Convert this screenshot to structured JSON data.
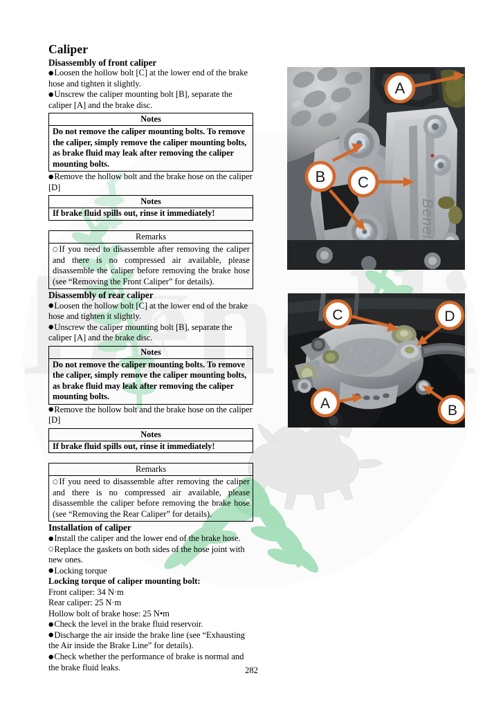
{
  "document": {
    "title": "Caliper",
    "page_number": "282"
  },
  "sections": {
    "front": {
      "heading": "Disassembly of front caliper",
      "steps": [
        "Loosen the hollow bolt [C] at the lower end of the brake hose and tighten it slightly.",
        "Unscrew the caliper mounting bolt [B], separate the caliper [A] and the brake disc."
      ],
      "step_after": "Remove the hollow bolt and the brake hose on the caliper [D]",
      "notes_1": {
        "header": "Notes",
        "body": "Do not remove the caliper mounting bolts. To remove the caliper, simply remove the caliper mounting bolts, as brake fluid may leak after removing the caliper mounting bolts."
      },
      "notes_2": {
        "header": "Notes",
        "body": "If brake fluid spills out, rinse it immediately!"
      },
      "remarks": {
        "header": "Remarks",
        "body": "If you need to disassemble after removing the caliper and there is no compressed air available, please disassemble the caliper before removing the brake hose (see “Removing the Front Caliper” for details)."
      }
    },
    "rear": {
      "heading": "Disassembly of rear caliper",
      "steps": [
        "Loosen the hollow bolt [C] at the lower end of the brake hose and tighten it slightly.",
        "Unscrew the caliper mounting bolt [B], separate the caliper [A] and the brake disc."
      ],
      "step_after": "Remove the hollow bolt and the brake hose on the caliper [D]",
      "notes_1": {
        "header": "Notes",
        "body": "Do not remove the caliper mounting bolts. To remove the caliper, simply remove the caliper mounting bolts, as brake fluid may leak after removing the caliper mounting bolts."
      },
      "notes_2": {
        "header": "Notes",
        "body": "If brake fluid spills out, rinse it immediately!"
      },
      "remarks": {
        "header": "Remarks",
        "body": "If you need to disassemble after removing the caliper and there is no compressed air available, please disassemble the caliper before removing the brake hose (see “Removing the Rear Caliper” for details)."
      }
    },
    "installation": {
      "heading": "Installation of caliper",
      "step_1": "Install the caliper and the lower end of the brake hose.",
      "step_2": "Replace the gaskets on both sides of the hose joint with new ones.",
      "step_3": "Locking torque",
      "torque_heading": "Locking torque of caliper mounting bolt:",
      "torque_front": "Front caliper: 34 N·m",
      "torque_rear": "Rear caliper: 25 N·m",
      "torque_hollow": "Hollow bolt of brake hose: 25 N•m",
      "step_4": "Check the level in the brake fluid reservoir.",
      "step_5": "Discharge the air inside the brake line (see “Exhausting the Air inside the Brake Line” for details).",
      "step_6": "Check whether the performance of brake is normal and the brake fluid leaks."
    }
  },
  "figures": {
    "front_caliper": {
      "alt": "Front brake caliper photo",
      "brand_text": "Benelli",
      "callouts": [
        {
          "label": "A"
        },
        {
          "label": "B"
        },
        {
          "label": "C"
        }
      ]
    },
    "rear_caliper": {
      "alt": "Rear brake caliper photo",
      "callouts": [
        {
          "label": "A"
        },
        {
          "label": "B"
        },
        {
          "label": "C"
        },
        {
          "label": "D"
        }
      ]
    }
  },
  "colors": {
    "callout_orange": "#D4692A",
    "watermark_green": "#9fd9b4",
    "watermark_gray": "#e4e4e4",
    "text": "#000000"
  },
  "bullets": {
    "filled": "●",
    "hollow": "○"
  }
}
